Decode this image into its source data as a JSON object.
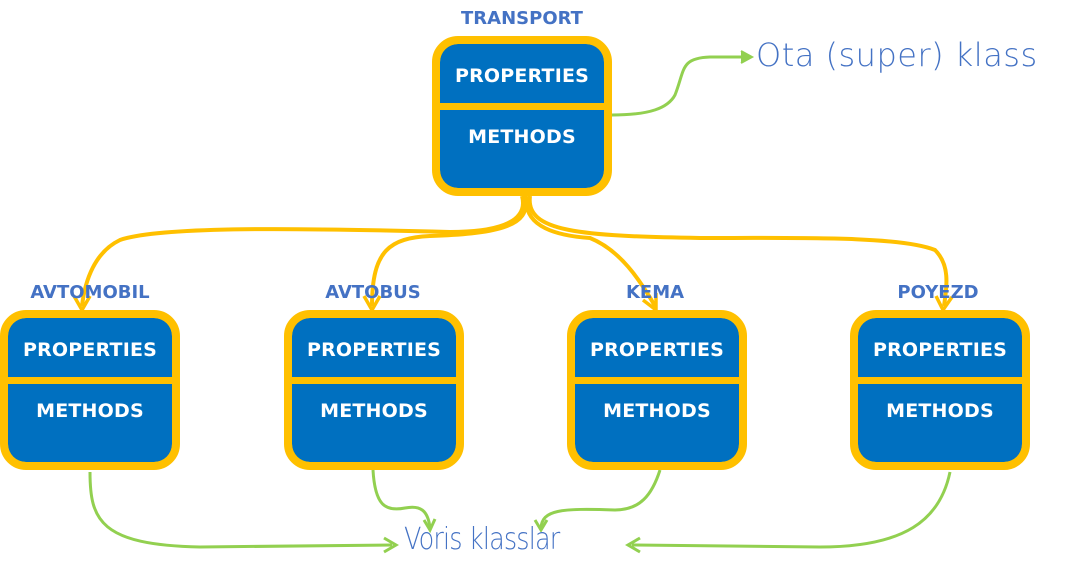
{
  "colors": {
    "box_fill": "#0070C0",
    "box_border": "#FFC000",
    "title_text": "#4472C4",
    "inheritance_arrow": "#FFC000",
    "annotation_arrow": "#92D050",
    "annotation_text": "#4472C4"
  },
  "superclass": {
    "name": "TRANSPORT",
    "properties_label": "PROPERTIES",
    "methods_label": "METHODS"
  },
  "subclasses": [
    {
      "name": "AVTOMOBIL",
      "properties_label": "PROPERTIES",
      "methods_label": "METHODS"
    },
    {
      "name": "AVTOBUS",
      "properties_label": "PROPERTIES",
      "methods_label": "METHODS"
    },
    {
      "name": "KEMA",
      "properties_label": "PROPERTIES",
      "methods_label": "METHODS"
    },
    {
      "name": "POYEZD",
      "properties_label": "PROPERTIES",
      "methods_label": "METHODS"
    }
  ],
  "annotations": {
    "superclass_note": "Ota (super) klass",
    "subclasses_note": "Voris klasslar"
  }
}
